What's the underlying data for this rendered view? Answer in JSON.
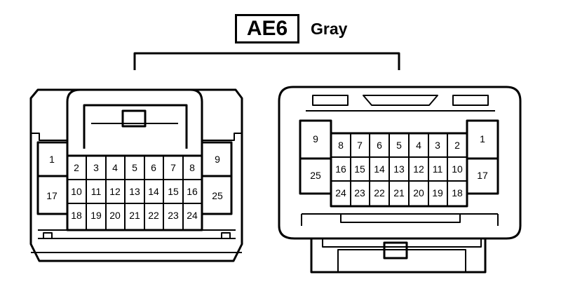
{
  "connector": {
    "code": "AE6",
    "color": "Gray"
  },
  "left_connector": {
    "pins": {
      "side_top_left": "1",
      "side_bottom_left": "17",
      "side_top_right": "9",
      "side_bottom_right": "25",
      "row1": [
        "2",
        "3",
        "4",
        "5",
        "6",
        "7",
        "8"
      ],
      "row2": [
        "10",
        "11",
        "12",
        "13",
        "14",
        "15",
        "16"
      ],
      "row3": [
        "18",
        "19",
        "20",
        "21",
        "22",
        "23",
        "24"
      ]
    }
  },
  "right_connector": {
    "pins": {
      "side_top_left": "9",
      "side_bottom_left": "25",
      "side_top_right": "1",
      "side_bottom_right": "17",
      "row1": [
        "8",
        "7",
        "6",
        "5",
        "4",
        "3",
        "2"
      ],
      "row2": [
        "16",
        "15",
        "14",
        "13",
        "12",
        "11",
        "10"
      ],
      "row3": [
        "24",
        "23",
        "22",
        "21",
        "20",
        "19",
        "18"
      ]
    }
  }
}
